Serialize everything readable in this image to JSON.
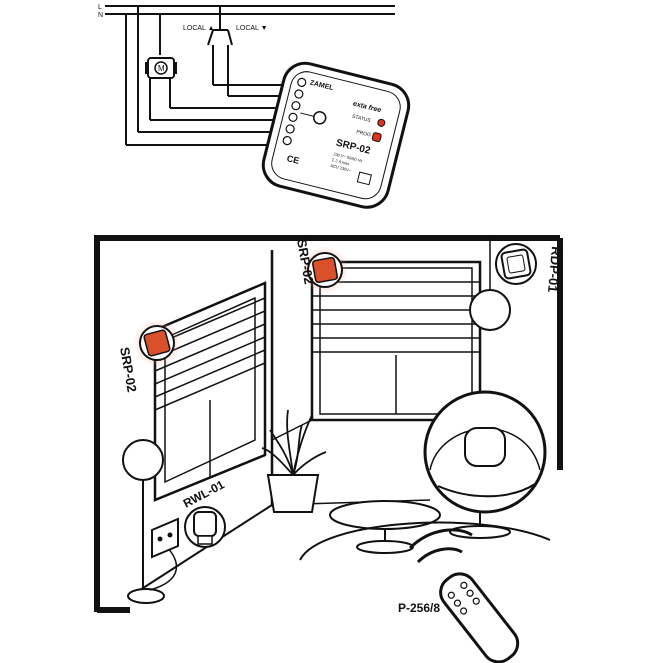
{
  "wiring": {
    "phase_l": "L",
    "phase_n": "N",
    "local_up": "LOCAL ▲",
    "local_down": "LOCAL ▼",
    "motor": "M"
  },
  "module": {
    "brand": "ZAMEL",
    "line": "exta free",
    "status": "STATUS",
    "prog": "PROG",
    "model": "SRP-02",
    "specs": [
      "230 V~ 50/60 Hz",
      "Σ 2 A max",
      "ACU 230V~"
    ]
  },
  "room": {
    "srp_left": "SRP-02",
    "srp_top": "SRP-02",
    "rdp": "RDP-01",
    "rwl": "RWL-01",
    "remote": "P-256/8"
  },
  "colors": {
    "ink": "#111111",
    "module_red": "#d9502b",
    "glow": "#f4a48a",
    "led_red": "#e0321c"
  }
}
